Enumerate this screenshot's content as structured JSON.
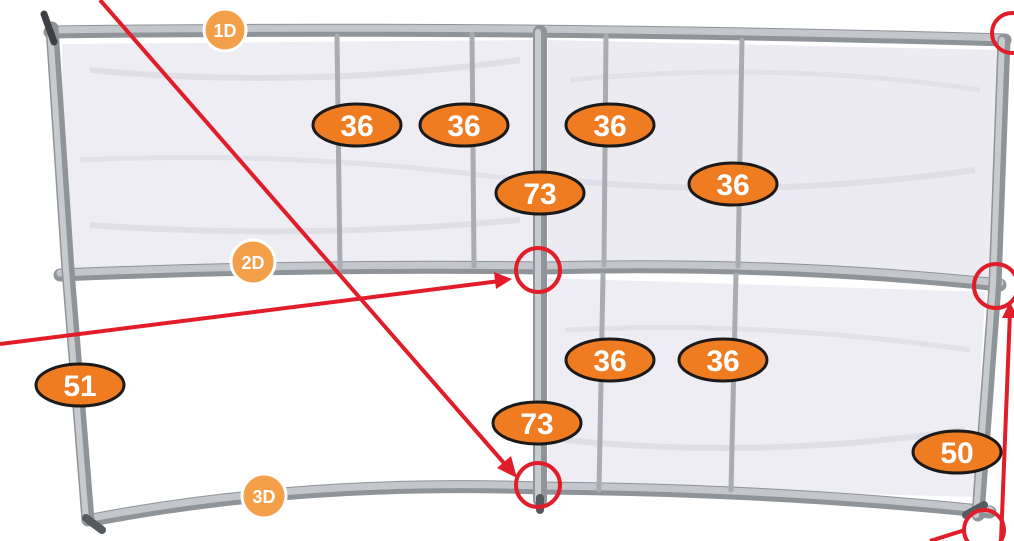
{
  "colors": {
    "badge_fill": "#f07c22",
    "badge_stroke": "#1a1a1a",
    "badge_text": "#ffffff",
    "section_label_fill": "#f4a04a",
    "section_label_stroke": "#ffffff",
    "annotation_red": "#e11d2a",
    "frame_aluminum": "#b8bcc0",
    "frame_shadow": "#8f9499",
    "panel_fabric": "#eeedf3"
  },
  "section_labels": {
    "top": "1D",
    "middle": "2D",
    "bottom": "3D"
  },
  "badges": {
    "top_left_a": "36",
    "top_left_b": "36",
    "top_right_a": "36",
    "top_right_b": "36",
    "center_upper": "73",
    "bottom_right_a": "36",
    "bottom_right_b": "36",
    "center_lower": "73",
    "left_post": "51",
    "right_post": "50"
  },
  "callouts": {
    "count": 5
  }
}
